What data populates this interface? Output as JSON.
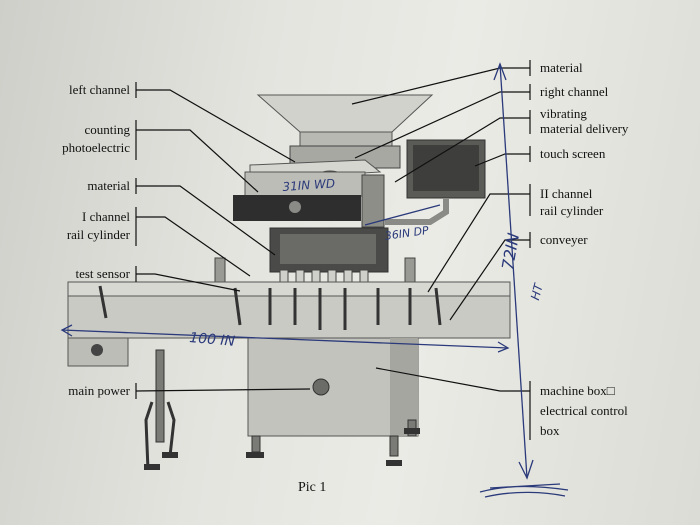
{
  "labels_left": {
    "left_channel": "left channel",
    "counting_photoelectric_1": "counting",
    "counting_photoelectric_2": "photoelectric",
    "material": "material",
    "i_channel_1": "I channel",
    "i_channel_2": "rail cylinder",
    "test_sensor": "test sensor",
    "main_power": "main power"
  },
  "labels_right": {
    "material": "material",
    "right_channel": "right channel",
    "vibrating_1": "vibrating",
    "vibrating_2": "material delivery",
    "touch_screen": "touch screen",
    "ii_channel_1": "II channel",
    "ii_channel_2": "rail cylinder",
    "conveyer": "conveyer",
    "machine_box_1": "machine box□",
    "machine_box_2": "electrical control",
    "machine_box_3": "box"
  },
  "caption": "Pic 1",
  "handwritten": {
    "hopper_width": "31IN WD",
    "hopper_depth": "36IN DP",
    "length": "100 IN",
    "height_value": "72IN",
    "height_unit": "HT"
  },
  "colors": {
    "ink": "#111111",
    "pen": "#2a3a7a",
    "machine_dark": "#2e2e2e",
    "machine_mid": "#8a8a86",
    "machine_light": "#c9c9c4"
  }
}
